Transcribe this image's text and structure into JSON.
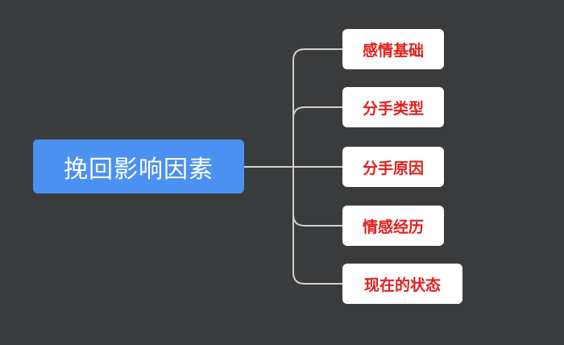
{
  "root": {
    "label": "挽回影响因素"
  },
  "children": [
    {
      "label": "感情基础"
    },
    {
      "label": "分手类型"
    },
    {
      "label": "分手原因"
    },
    {
      "label": "情感经历"
    },
    {
      "label": "现在的状态"
    }
  ],
  "colors": {
    "background": "#3a3b3d",
    "root": "#4b91f1",
    "child_text": "#e0201c",
    "connector": "#d0d0d0"
  }
}
